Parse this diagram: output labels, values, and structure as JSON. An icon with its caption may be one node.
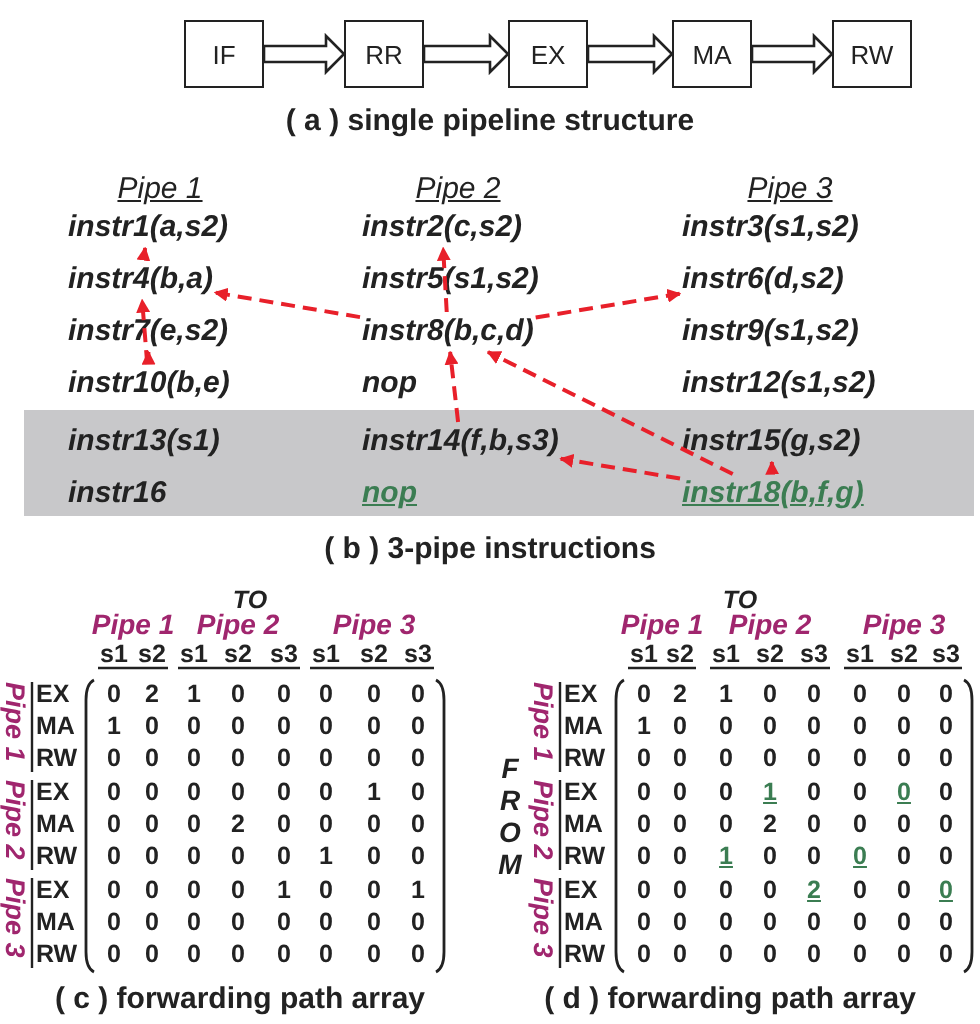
{
  "diagram": {
    "nodes": [
      {
        "text": [
          "IF"
        ]
      },
      {
        "text": [
          "RR"
        ]
      },
      {
        "text": [
          "EX"
        ]
      },
      {
        "text": [
          "MA"
        ]
      },
      {
        "text": [
          "RW"
        ]
      },
      {
        "text": [
          "instr1(a,s2)"
        ]
      },
      {
        "text": [
          "instr2(c,s2)"
        ]
      },
      {
        "text": [
          "instr3(s1,s2)"
        ]
      },
      {
        "text": [
          "instr4(b,a)"
        ]
      },
      {
        "text": [
          "instr5(s1,s2)"
        ]
      },
      {
        "text": [
          "instr6(d,s2)"
        ]
      },
      {
        "text": [
          "instr7(e,s2)"
        ]
      },
      {
        "text": [
          "instr8(b,c,d)"
        ]
      },
      {
        "text": [
          "instr9(s1,s2)"
        ]
      },
      {
        "text": [
          "instr10(b,e)"
        ]
      },
      {
        "text": [
          "nop"
        ]
      },
      {
        "text": [
          "instr12(s1,s2)"
        ]
      },
      {
        "text": [],
        "shape": "box"
      },
      {
        "text": [
          "instr13(s1)"
        ],
        "in": 17
      },
      {
        "text": [
          "instr14(f,b,s3)"
        ],
        "in": 17
      },
      {
        "text": [
          "instr15(g,s2)"
        ],
        "in": 17
      },
      {
        "text": [
          "instr16"
        ],
        "in": 17
      },
      {
        "text": [
          "nop"
        ],
        "in": 17
      },
      {
        "text": [
          "instr18(b,f,g)"
        ],
        "in": 17
      }
    ],
    "edges": [
      {
        "from": 0,
        "to": 1,
        "arrow": "to"
      },
      {
        "from": 1,
        "to": 2,
        "arrow": "to"
      },
      {
        "from": 2,
        "to": 3,
        "arrow": "to"
      },
      {
        "from": 3,
        "to": 4,
        "arrow": "to"
      },
      {
        "from": 8,
        "to": 5,
        "arrow": "to",
        "style": "dashed",
        "color": "#e8202a"
      },
      {
        "from": 14,
        "to": 8,
        "arrow": "to",
        "style": "dashed",
        "color": "#e8202a"
      },
      {
        "from": 14,
        "to": 11,
        "arrow": "to",
        "style": "dashed",
        "color": "#e8202a"
      },
      {
        "from": 12,
        "to": 8,
        "arrow": "to",
        "style": "dashed",
        "color": "#e8202a"
      },
      {
        "from": 12,
        "to": 6,
        "arrow": "to",
        "style": "dashed",
        "color": "#e8202a"
      },
      {
        "from": 12,
        "to": 10,
        "arrow": "to",
        "style": "dashed",
        "color": "#e8202a"
      },
      {
        "from": 19,
        "to": 12,
        "arrow": "to",
        "style": "dashed",
        "color": "#e8202a"
      },
      {
        "from": 23,
        "to": 12,
        "arrow": "to",
        "style": "dashed",
        "color": "#e8202a"
      },
      {
        "from": 23,
        "to": 19,
        "arrow": "to",
        "style": "dashed",
        "color": "#e8202a"
      },
      {
        "from": 23,
        "to": 20,
        "arrow": "to",
        "style": "dashed",
        "color": "#e8202a"
      }
    ],
    "labels": [
      "( a ) single pipeline structure",
      "Pipe 1",
      "Pipe 2",
      "Pipe 3",
      "( b ) 3-pipe instructions",
      "TO",
      "Pipe 1",
      "Pipe 2",
      "Pipe 3",
      "s1",
      "s2",
      "s1",
      "s2",
      "s3",
      "s1",
      "s2",
      "s3",
      "Pipe 1",
      "Pipe 2",
      "Pipe 3",
      "EX",
      "0",
      "2",
      "1",
      "0",
      "0",
      "0",
      "0",
      "0",
      "MA",
      "1",
      "0",
      "0",
      "0",
      "0",
      "0",
      "0",
      "0",
      "RW",
      "0",
      "0",
      "0",
      "0",
      "0",
      "0",
      "0",
      "0",
      "EX",
      "0",
      "0",
      "0",
      "0",
      "0",
      "0",
      "1",
      "0",
      "MA",
      "0",
      "0",
      "0",
      "2",
      "0",
      "0",
      "0",
      "0",
      "RW",
      "0",
      "0",
      "0",
      "0",
      "0",
      "1",
      "0",
      "0",
      "EX",
      "0",
      "0",
      "0",
      "0",
      "1",
      "0",
      "0",
      "1",
      "MA",
      "0",
      "0",
      "0",
      "0",
      "0",
      "0",
      "0",
      "0",
      "RW",
      "0",
      "0",
      "0",
      "0",
      "0",
      "0",
      "0",
      "0",
      "( c ) forwarding path array",
      "TO",
      "Pipe 1",
      "Pipe 2",
      "Pipe 3",
      "s1",
      "s2",
      "s1",
      "s2",
      "s3",
      "s1",
      "s2",
      "s3",
      "FROM",
      "Pipe 1",
      "Pipe 2",
      "Pipe 3",
      "EX",
      "0",
      "2",
      "1",
      "0",
      "0",
      "0",
      "0",
      "0",
      "MA",
      "1",
      "0",
      "0",
      "0",
      "0",
      "0",
      "0",
      "0",
      "RW",
      "0",
      "0",
      "0",
      "0",
      "0",
      "0",
      "0",
      "0",
      "EX",
      "0",
      "0",
      "0",
      "1",
      "0",
      "0",
      "0",
      "0",
      "MA",
      "0",
      "0",
      "0",
      "2",
      "0",
      "0",
      "0",
      "0",
      "RW",
      "0",
      "0",
      "1",
      "0",
      "0",
      "0",
      "0",
      "0",
      "EX",
      "0",
      "0",
      "0",
      "0",
      "2",
      "0",
      "0",
      "0",
      "MA",
      "0",
      "0",
      "0",
      "0",
      "0",
      "0",
      "0",
      "0",
      "RW",
      "0",
      "0",
      "0",
      "0",
      "0",
      "0",
      "0",
      "0",
      "( d ) forwarding path array"
    ]
  }
}
